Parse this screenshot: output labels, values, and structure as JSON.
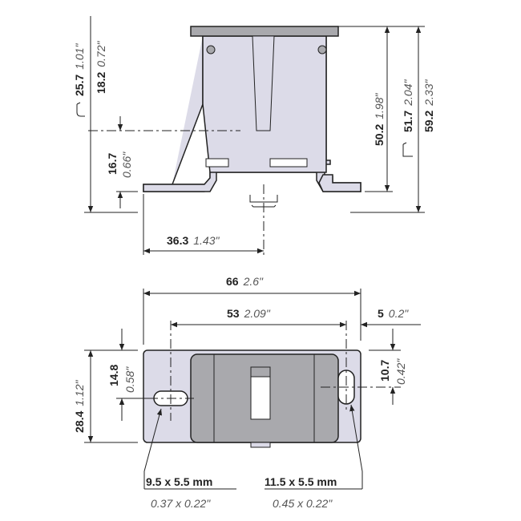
{
  "top_view": {
    "dim_height_rail_top": {
      "mm": "25.7",
      "in": "1.01\""
    },
    "dim_height_rail_top_small": {
      "mm": "18.2",
      "in": "0.72\""
    },
    "dim_rail_center": {
      "mm": "16.7",
      "in": "0.66\""
    },
    "dim_height_body": {
      "mm": "50.2",
      "in": "1.98\""
    },
    "dim_height_rail": {
      "mm": "51.7",
      "in": "2.04\""
    },
    "dim_height_rail_small": {
      "mm": "59.2",
      "in": "2.33\""
    },
    "dim_offset": {
      "mm": "36.3",
      "in": "1.43\""
    }
  },
  "bottom_view": {
    "dim_total_width": {
      "mm": "66",
      "in": "2.6\""
    },
    "dim_hole_spacing": {
      "mm": "53",
      "in": "2.09\""
    },
    "dim_edge": {
      "mm": "5",
      "in": "0.2\""
    },
    "dim_depth": {
      "mm": "28.4",
      "in": "1.12\""
    },
    "dim_left_hole": {
      "mm": "14.8",
      "in": "0.58\""
    },
    "dim_right_hole": {
      "mm": "10.7",
      "in": "0.42\""
    },
    "left_slot": {
      "mm": "9.5 x 5.5 mm",
      "in": "0.37 x 0.22\""
    },
    "right_slot": {
      "mm": "11.5 x 5.5 mm",
      "in": "0.45 x 0.22\""
    }
  }
}
